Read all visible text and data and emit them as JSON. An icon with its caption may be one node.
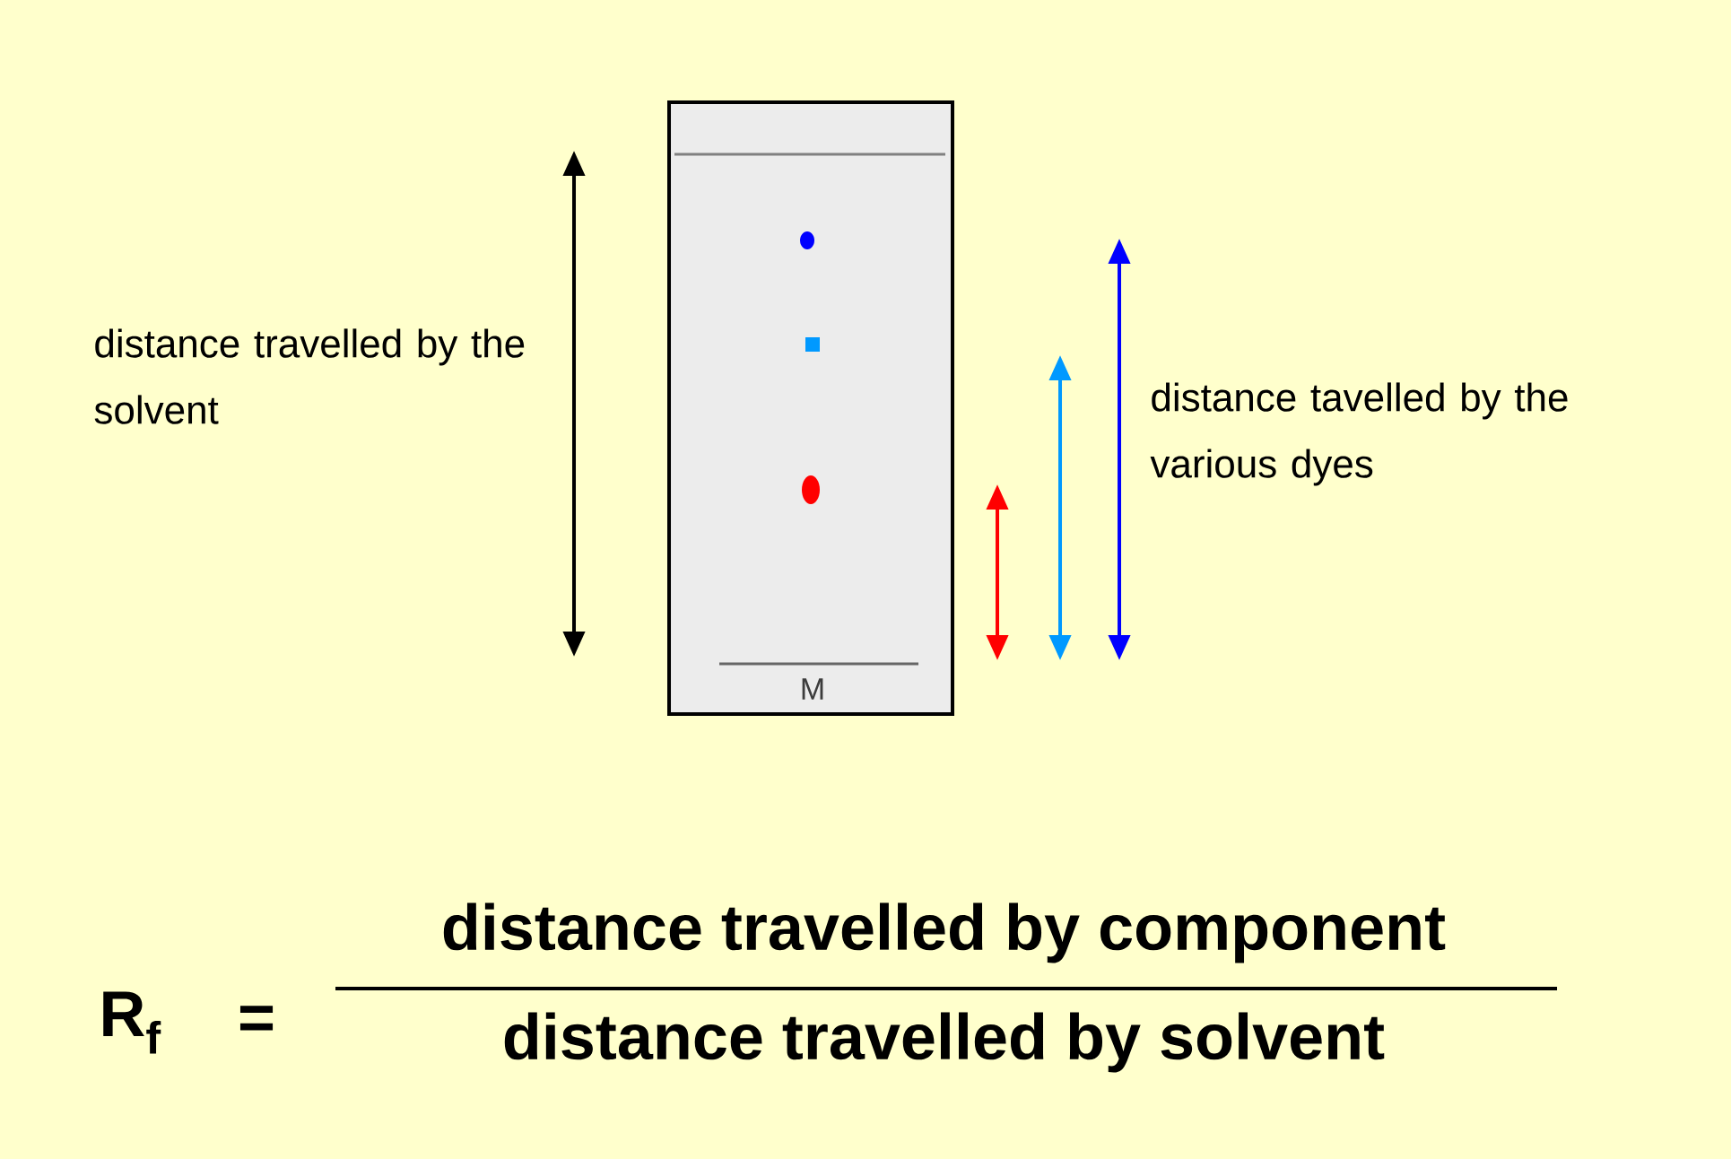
{
  "diagram": {
    "nodes": [
      {
        "text": [
          "M"
        ]
      }
    ],
    "labels": [
      "distance travelled by the solvent",
      "distance tavelled by the various dyes",
      "R$_{f}$",
      "=",
      "distance travelled by component",
      "distance travelled by solvent"
    ]
  }
}
